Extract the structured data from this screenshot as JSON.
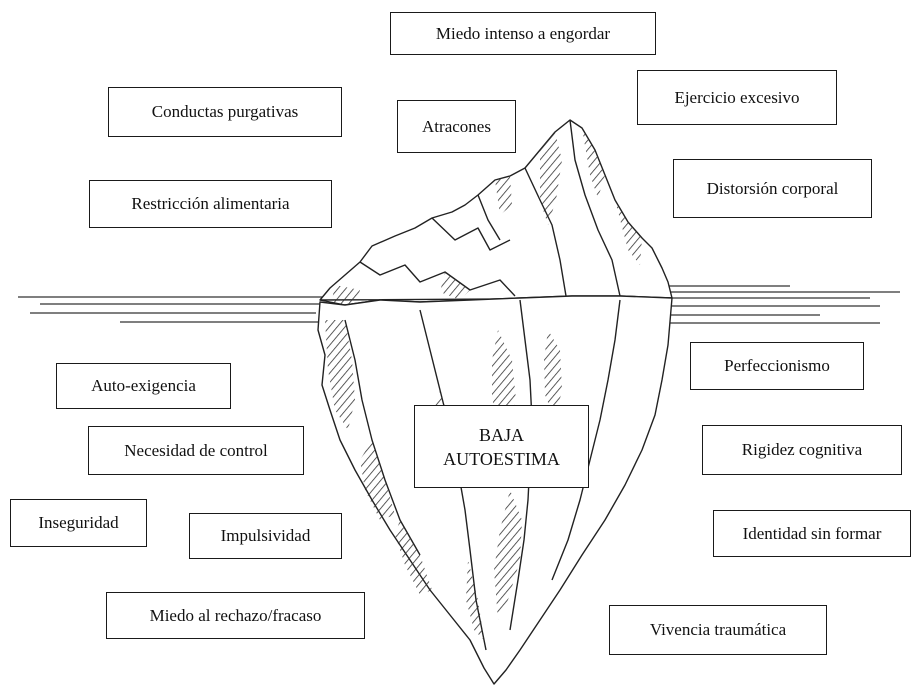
{
  "diagram": {
    "visible_symptoms": {
      "miedo": "Miedo intenso a engordar",
      "conductas": "Conductas purgativas",
      "atracones": "Atracones",
      "ejercicio": "Ejercicio excesivo",
      "distorsion": "Distorsión corporal",
      "restriccion": "Restricción alimentaria"
    },
    "hidden_factors": {
      "autoexigencia": "Auto-exigencia",
      "perfeccionismo": "Perfeccionismo",
      "necesidad": "Necesidad de control",
      "rigidez": "Rigidez cognitiva",
      "inseguridad": "Inseguridad",
      "impulsividad": "Impulsividad",
      "identidad": "Identidad sin formar",
      "rechazo": "Miedo al rechazo/fracaso",
      "vivencia": "Vivencia traumática"
    },
    "core": {
      "line1": "BAJA",
      "line2": "AUTOESTIMA"
    }
  }
}
